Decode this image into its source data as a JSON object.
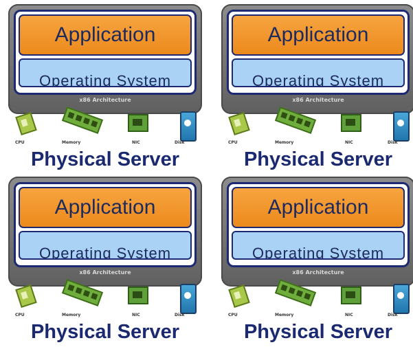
{
  "servers": [
    {
      "application": "Application",
      "os": "Operating System",
      "architecture": "x86 Architecture",
      "components": {
        "cpu": "CPU",
        "memory": "Memory",
        "nic": "NIC",
        "disk": "Disk"
      },
      "label": "Physical Server"
    },
    {
      "application": "Application",
      "os": "Operating System",
      "architecture": "x86 Architecture",
      "components": {
        "cpu": "CPU",
        "memory": "Memory",
        "nic": "NIC",
        "disk": "Disk"
      },
      "label": "Physical Server"
    },
    {
      "application": "Application",
      "os": "Operating System",
      "architecture": "x86 Architecture",
      "components": {
        "cpu": "CPU",
        "memory": "Memory",
        "nic": "NIC",
        "disk": "Disk"
      },
      "label": "Physical Server"
    },
    {
      "application": "Application",
      "os": "Operating System",
      "architecture": "x86 Architecture",
      "components": {
        "cpu": "CPU",
        "memory": "Memory",
        "nic": "NIC",
        "disk": "Disk"
      },
      "label": "Physical Server"
    }
  ]
}
